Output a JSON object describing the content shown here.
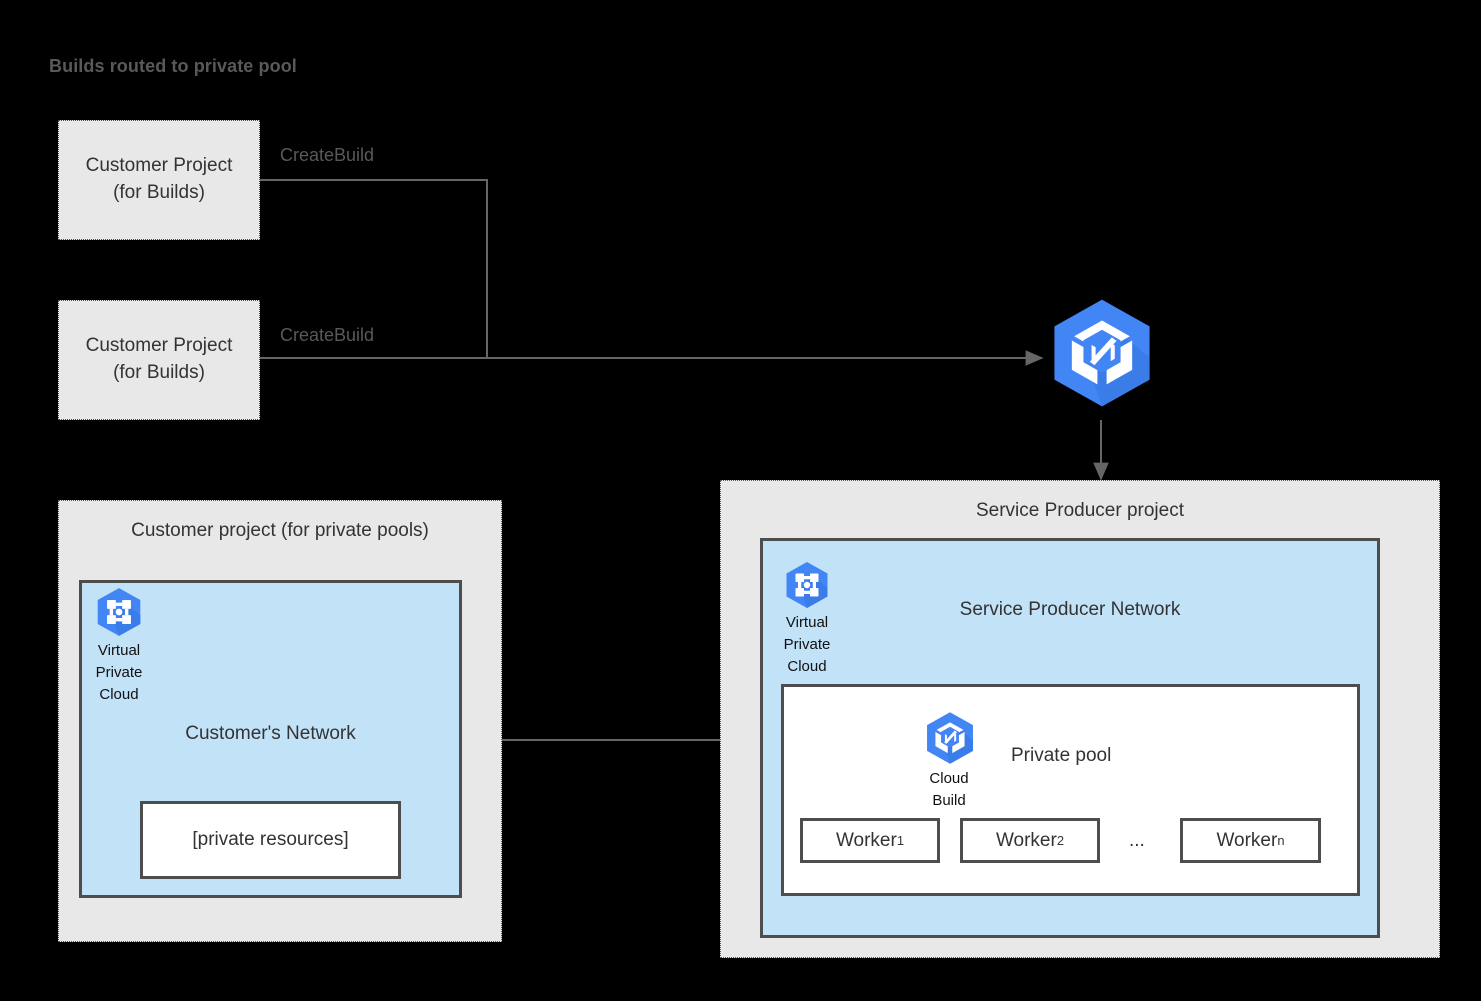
{
  "title": "Builds routed to private pool",
  "colors": {
    "background": "#000000",
    "project_fill": "#e8e8e8",
    "vpc_fill": "#c2e2f8",
    "border_dark": "#4d4d4d",
    "google_blue": "#4285f4",
    "google_blue_dark": "#3367d6",
    "title_gray": "#595959",
    "connector_gray": "#666666"
  },
  "customer_projects": [
    {
      "line1": "Customer Project",
      "line2": "(for Builds)",
      "edge_label": "CreateBuild"
    },
    {
      "line1": "Customer Project",
      "line2": "(for Builds)",
      "edge_label": "CreateBuild"
    }
  ],
  "cloud_build_service": {
    "icon": "cloud-build-icon",
    "alt": "Cloud Build"
  },
  "customer_pool_project": {
    "title": "Customer project (for private pools)",
    "vpc": {
      "icon": "virtual-private-cloud-icon",
      "caption_line1": "Virtual",
      "caption_line2": "Private",
      "caption_line3": "Cloud",
      "network_name": "Customer's Network",
      "resources_box": "[private resources]"
    }
  },
  "service_producer_project": {
    "title": "Service Producer project",
    "vpc": {
      "icon": "virtual-private-cloud-icon",
      "caption_line1": "Virtual",
      "caption_line2": "Private",
      "caption_line3": "Cloud",
      "network_name": "Service Producer Network"
    },
    "private_pool": {
      "icon": "cloud-build-icon",
      "icon_caption_line1": "Cloud",
      "icon_caption_line2": "Build",
      "label": "Private pool",
      "workers": [
        {
          "name": "Worker",
          "subscript": "1"
        },
        {
          "name": "Worker",
          "subscript": "2"
        },
        {
          "name": "Worker",
          "subscript": "n"
        }
      ],
      "ellipsis": "..."
    }
  },
  "connectors": {
    "createbuild_arrow": "arrow-right-icon",
    "dispatch_arrow": "arrow-down-icon",
    "peering_arrow": "arrow-bidirectional-icon"
  }
}
